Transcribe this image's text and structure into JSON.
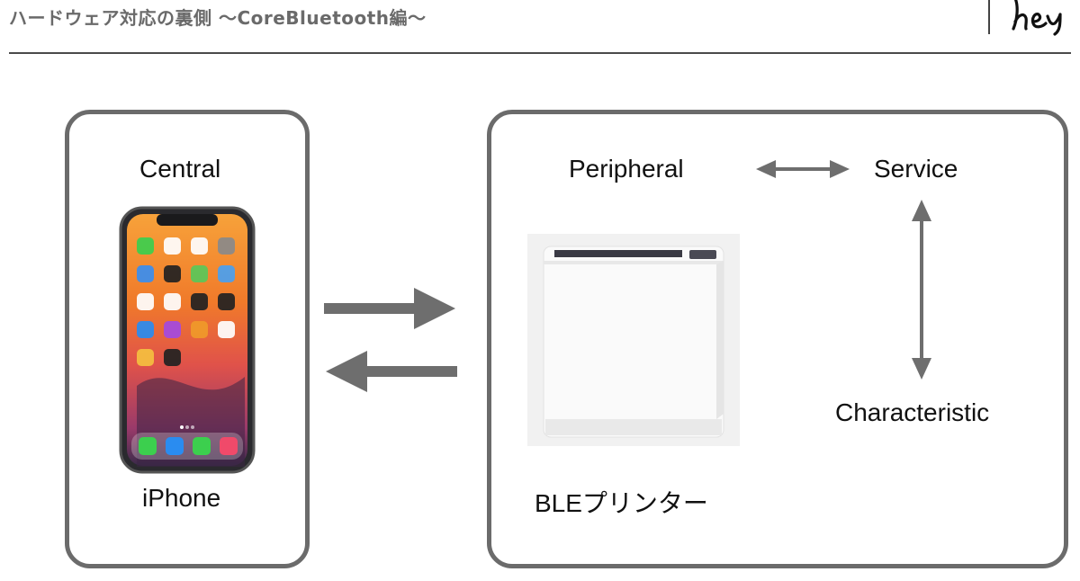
{
  "header": {
    "title": "ハードウェア対応の裏側 〜CoreBluetooth編〜",
    "logo_text": "hey"
  },
  "central": {
    "label": "Central",
    "device_label": "iPhone"
  },
  "peripheral": {
    "label": "Peripheral",
    "service_label": "Service",
    "characteristic_label": "Characteristic",
    "device_label": "BLEプリンター"
  },
  "colors": {
    "panel_border": "#6b6b6b",
    "arrow": "#6e6e6e",
    "header_text": "#6a6a6a",
    "rule": "#4a4a4a"
  },
  "icons": [
    "iphone-icon",
    "ble-printer-icon",
    "bidirectional-arrow-icon"
  ]
}
